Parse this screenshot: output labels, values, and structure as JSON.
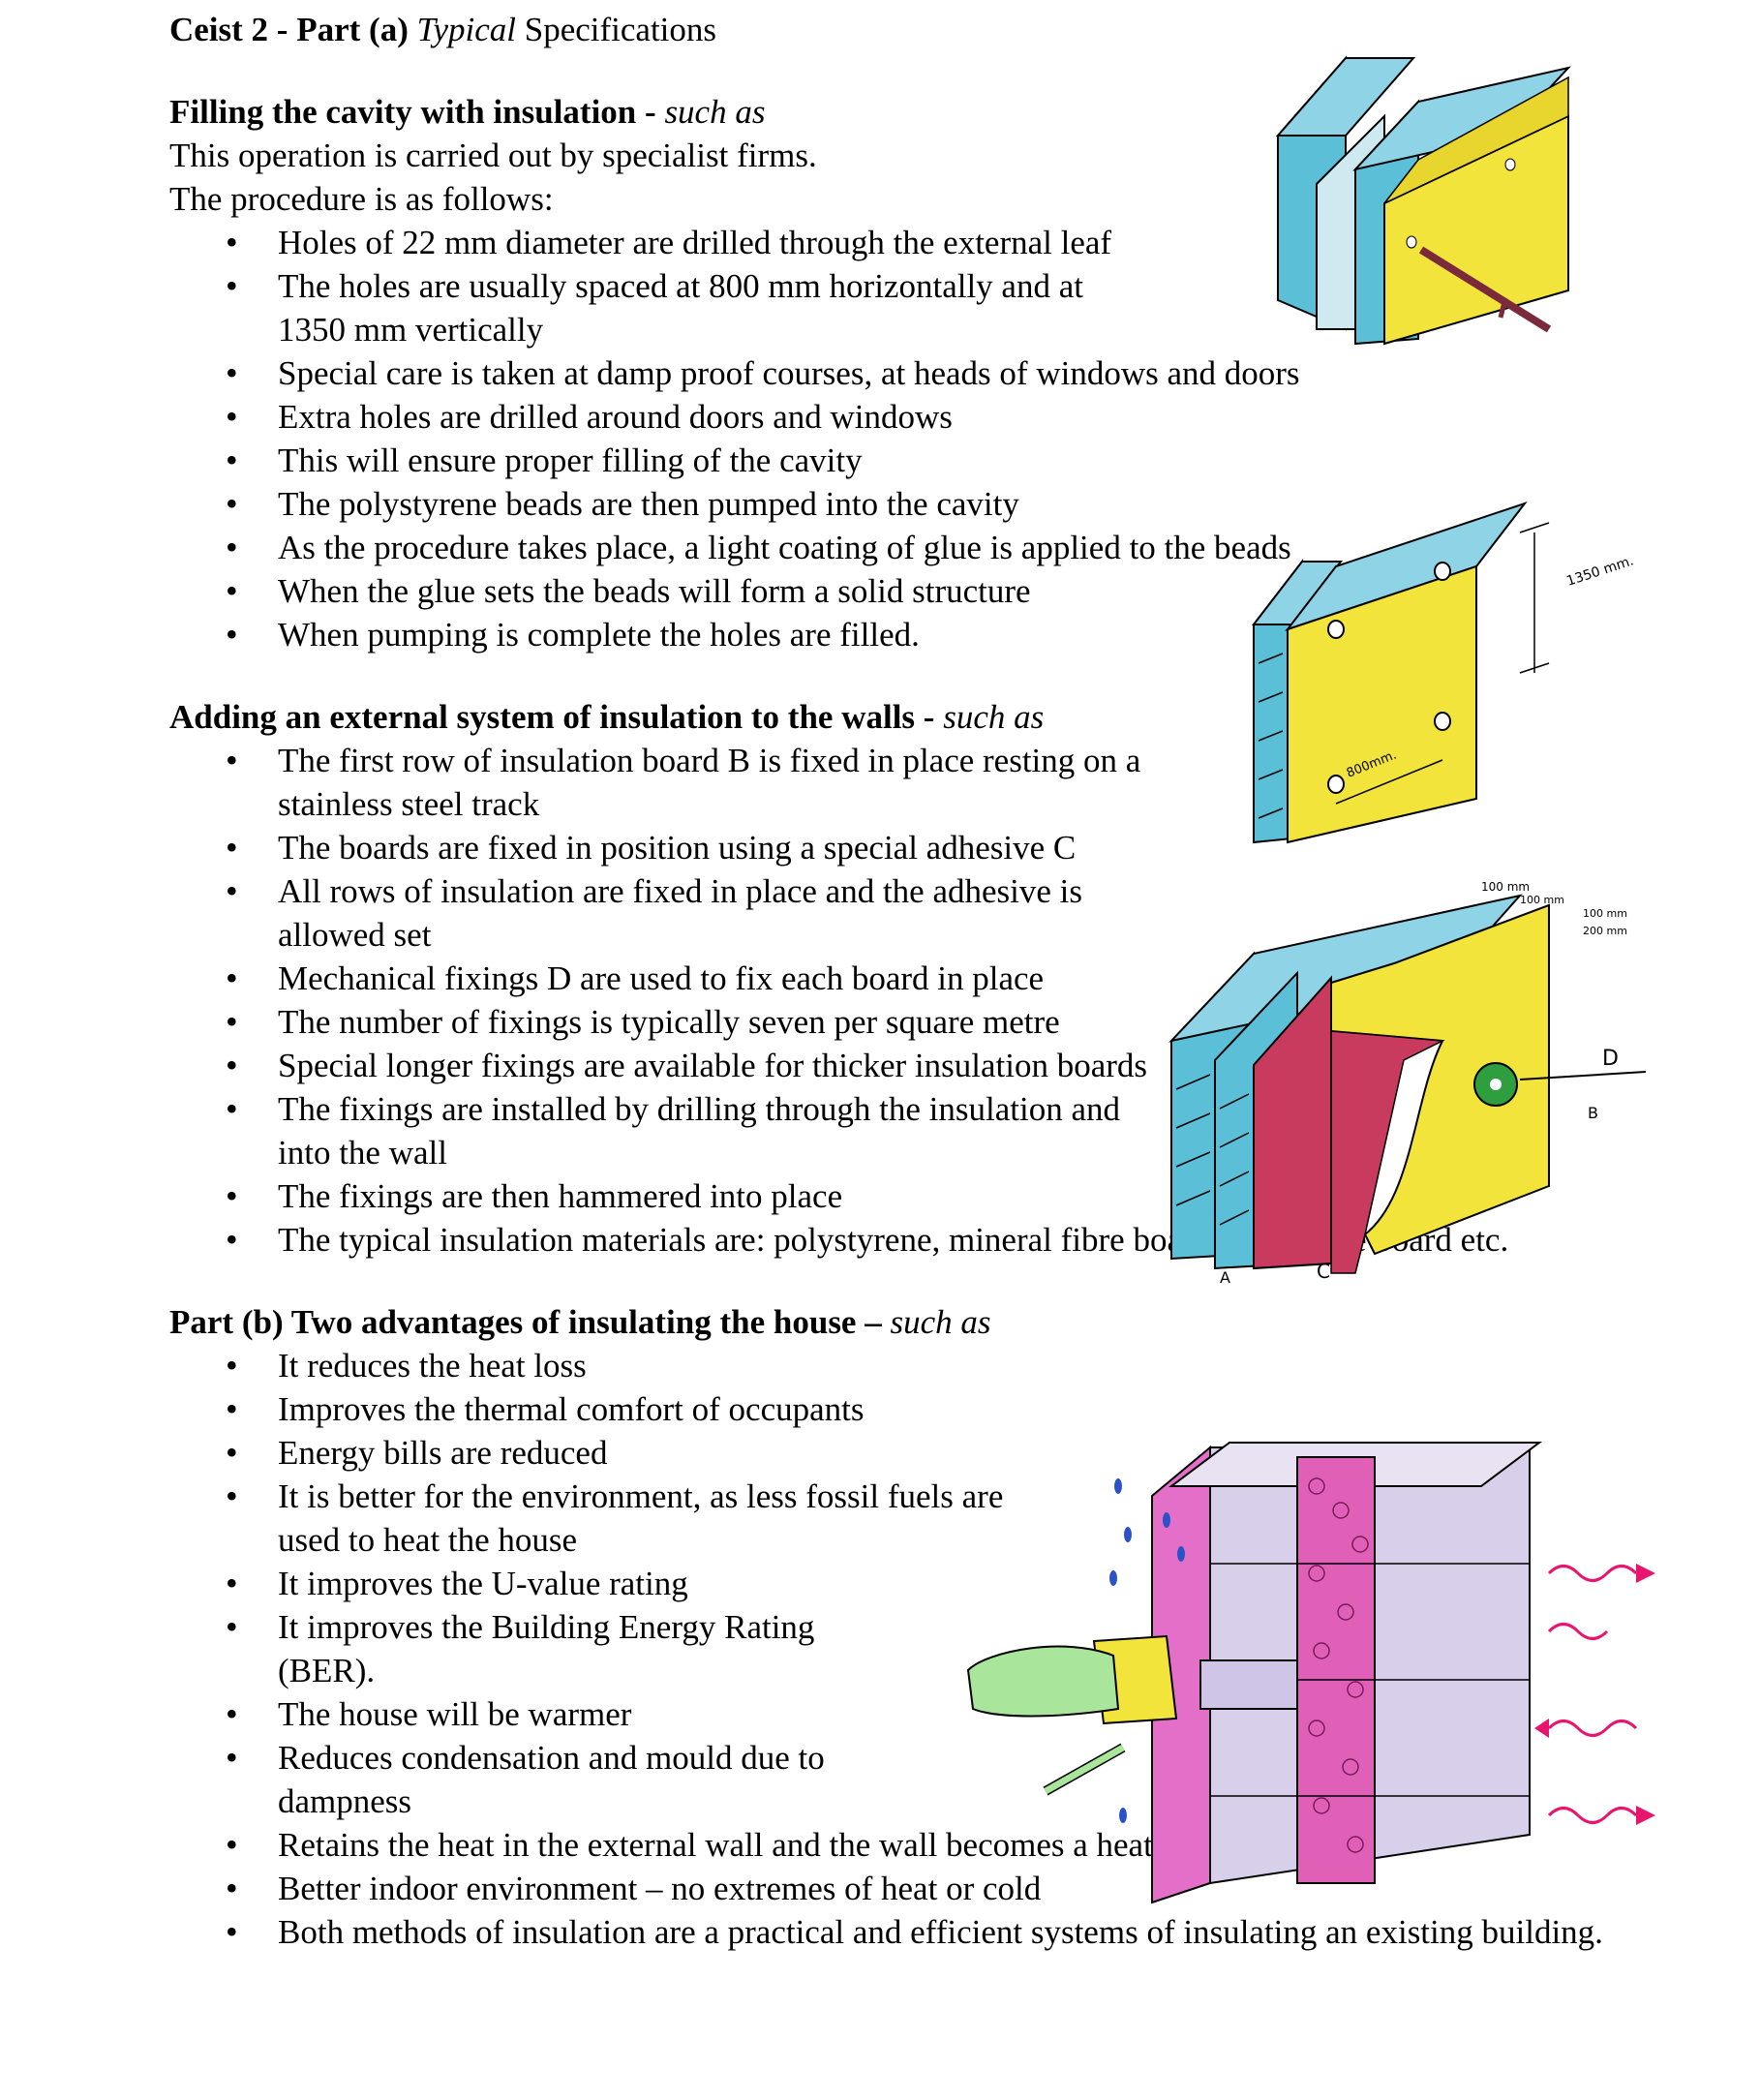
{
  "title": {
    "main": "Ceist 2 - Part (a) ",
    "italic": "Typical",
    "rest": " Specifications"
  },
  "section1": {
    "heading": "Filling the cavity with insulation - ",
    "heading_suffix": "such as",
    "intro": [
      "This operation is carried out by specialist firms.",
      "The procedure is as follows:"
    ],
    "items": [
      "Holes of 22 mm diameter are drilled through the external leaf",
      "The holes are usually spaced at 800 mm horizontally and at 1350 mm vertically",
      "Special care is taken at damp proof courses, at heads of windows and doors",
      "Extra holes are drilled around doors and windows",
      "This will ensure proper filling of the cavity",
      "The polystyrene beads are then pumped into the cavity",
      "As the procedure takes place, a light coating of glue is applied to the beads",
      "When the glue sets the beads will form a solid structure",
      "When pumping is complete the holes are filled."
    ]
  },
  "section2": {
    "heading": "Adding an external system of insulation to the walls - ",
    "heading_suffix": "such as",
    "items": [
      "The first row of insulation board B is fixed in place resting on a stainless steel track",
      "The boards are fixed in position using a special adhesive C",
      "All rows of insulation are fixed in place and the adhesive is allowed set",
      "Mechanical fixings D are used to fix each board in place",
      "The number of fixings is typically seven per square metre",
      "Special longer fixings are available for thicker insulation boards",
      "The fixings are installed by drilling through the insulation and into the wall",
      "The fixings are then hammered into place",
      "The typical insulation materials are: polystyrene, mineral fibre board, woodfibre board etc."
    ]
  },
  "section3": {
    "heading": "Part (b) Two advantages of insulating the house – ",
    "heading_suffix": "such as",
    "items": [
      "It reduces the heat loss",
      "Improves the thermal comfort of occupants",
      "Energy bills are reduced",
      "It is better for the environment, as less fossil fuels are used to heat the house",
      "It improves the U-value rating",
      "It improves the Building Energy Rating (BER).",
      "The house will be warmer",
      "Reduces condensation and mould due to dampness",
      "Retains the heat in the external wall and the wall becomes a heat store /sink",
      "Better indoor environment – no extremes of heat or cold",
      "Both methods of insulation are a  practical and efficient systems of insulating an existing building."
    ]
  },
  "figures": {
    "fig2": {
      "dim_vertical": "1350 mm.",
      "dim_horizontal": "800mm."
    },
    "fig3": {
      "dim_a": "100 mm",
      "dim_b": "100 mm",
      "dim_c": "100 mm",
      "dim_d": "200 mm",
      "label_d": "D",
      "label_b": "B",
      "label_a": "A",
      "label_c": "C"
    }
  },
  "colors": {
    "insulation_yellow": "#f2e43a",
    "masonry_blue": "#5bbfd8",
    "adhesive_red": "#c83a5e",
    "bead_pink": "#e060b8",
    "arrow_magenta": "#e8156e"
  }
}
